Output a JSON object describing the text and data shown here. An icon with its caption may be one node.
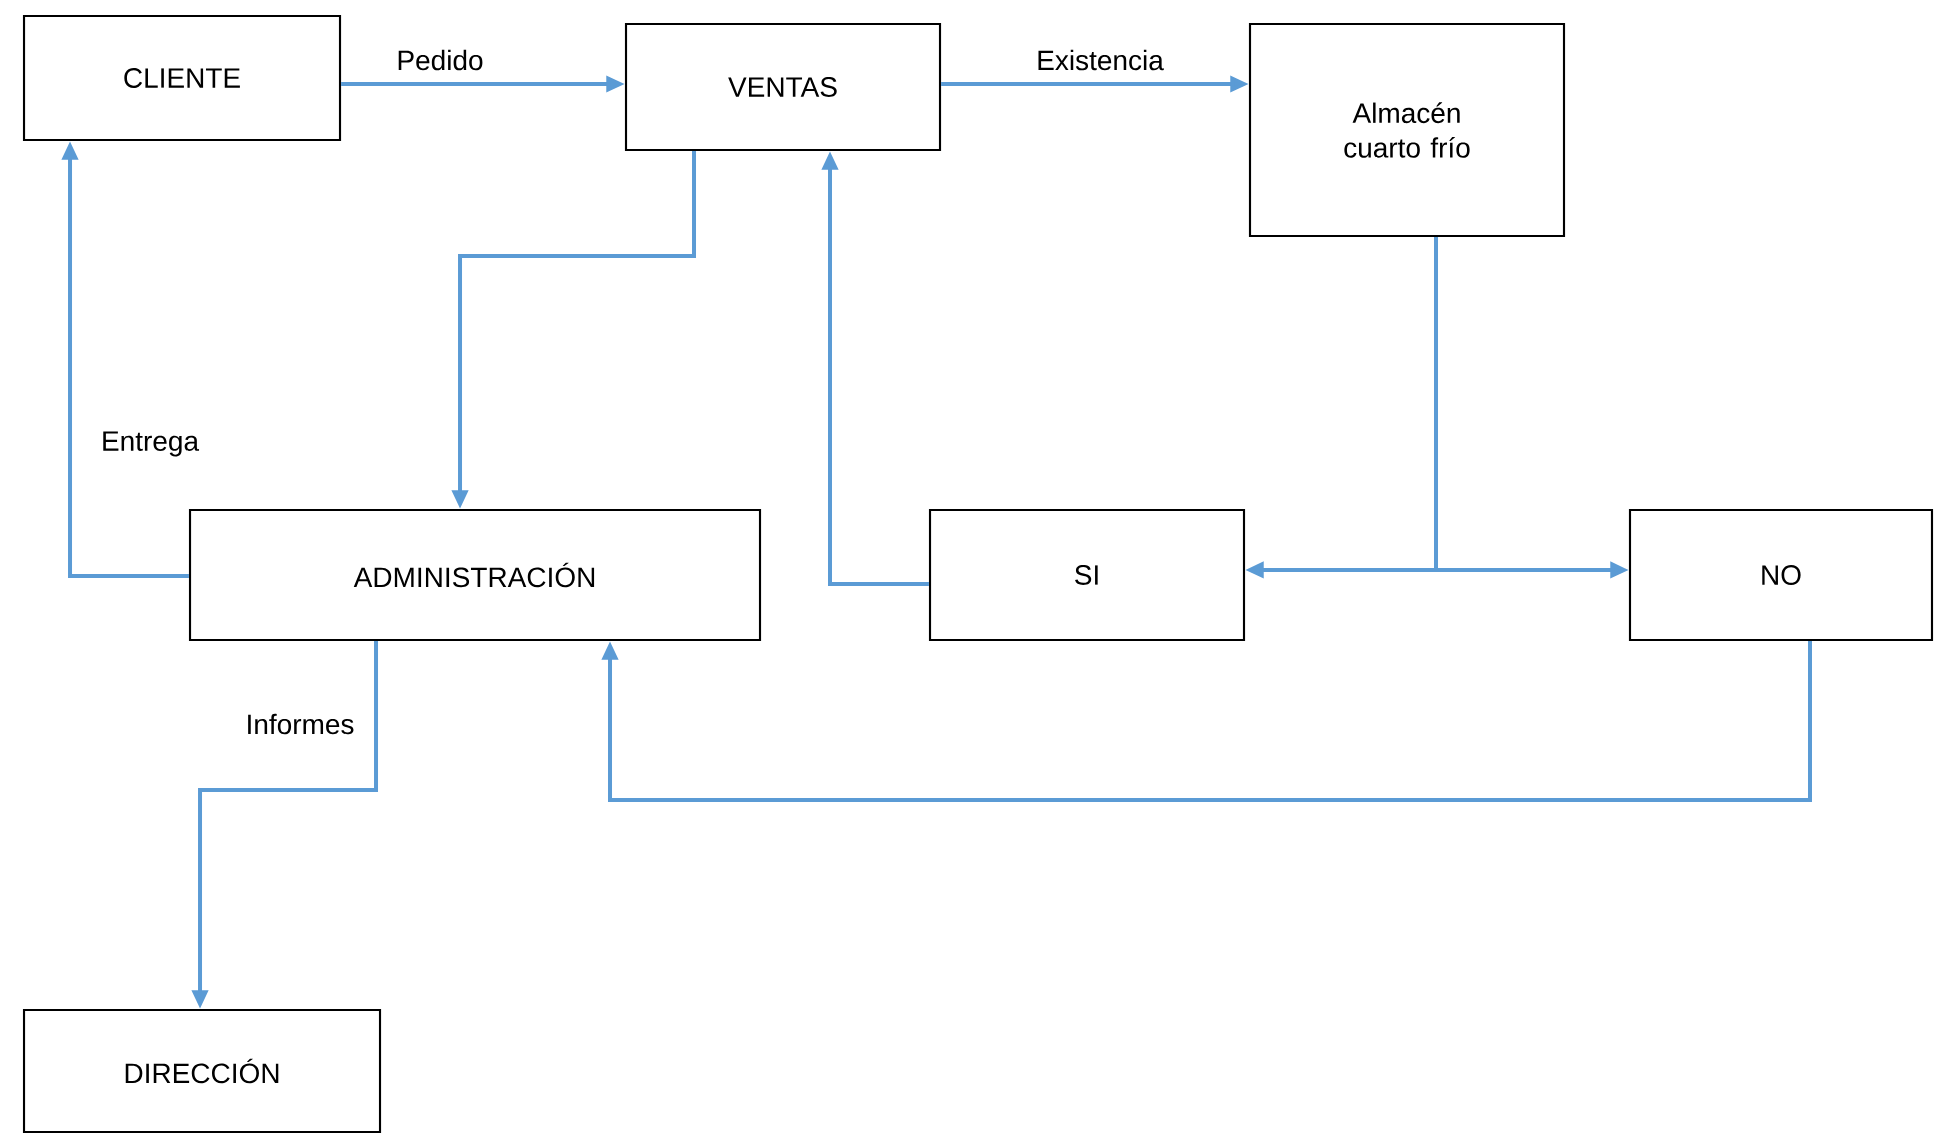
{
  "diagram": {
    "nodes": [
      {
        "text": [
          "CLIENTE"
        ]
      },
      {
        "text": [
          "VENTAS"
        ]
      },
      {
        "text": [
          "Almacén cuarto frío"
        ]
      },
      {
        "text": [
          "ADMINISTRACIÓN"
        ]
      },
      {
        "text": [
          "SI"
        ]
      },
      {
        "text": [
          "NO"
        ]
      },
      {
        "text": [
          "DIRECCIÓN"
        ]
      }
    ],
    "edges": [
      {
        "from": 0,
        "to": 1,
        "arrow": "to",
        "label": "Pedido"
      },
      {
        "from": 1,
        "to": 2,
        "arrow": "to",
        "label": "Existencia"
      },
      {
        "from": 1,
        "to": 3,
        "arrow": "to"
      },
      {
        "from": 3,
        "to": 0,
        "arrow": "to",
        "label": "Entrega"
      },
      {
        "from": 4,
        "to": 1,
        "arrow": "to"
      },
      {
        "from": 2,
        "to": 4,
        "arrow": "to"
      },
      {
        "from": 2,
        "to": 5,
        "arrow": "to"
      },
      {
        "from": 5,
        "to": 3,
        "arrow": "to"
      },
      {
        "from": 3,
        "to": 6,
        "arrow": "to",
        "label": "Informes"
      }
    ]
  }
}
